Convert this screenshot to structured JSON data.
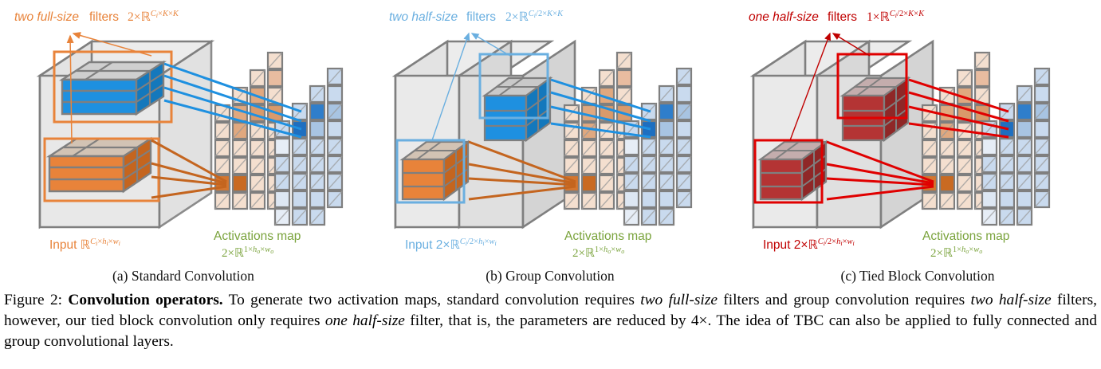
{
  "figure": {
    "number": "Figure 2:",
    "bold_title": "Convolution operators.",
    "body_1": " To generate two activation maps, standard convolution requires ",
    "it_1": "two full-size",
    "body_2": " filters and group convolution requires ",
    "it_2": "two half-size",
    "body_3": " filters, however, our tied block convolution only requires ",
    "it_3": "one half-size",
    "body_4": " filter, that is, the parameters are reduced by 4×. The idea of TBC can also be applied to fully connected and group convolutional layers."
  },
  "subcaptions": {
    "a": "(a) Standard Convolution",
    "b": "(b) Group Convolution",
    "c": "(c) Tied Block Convolution"
  },
  "colors": {
    "orange": "#E8833A",
    "orange_dark": "#C4651F",
    "blue": "#1E90E0",
    "blue_light": "#6AAFE0",
    "red": "#E00000",
    "red_block": "#B43434",
    "green": "#7AA33C",
    "grey_line": "#7F7F7F",
    "cube_face": "#E8E8E8",
    "cube_side": "#D6D6D6",
    "act_orange": "#E8A97A",
    "act_blue": "#A8C4E2"
  },
  "panels": [
    {
      "id": "a",
      "top_label": {
        "emph": "two full-size",
        "rest": " filters",
        "math_base": "2×ℝ",
        "math_sup": "Cᵢ×K×K",
        "color": "#E8833A"
      },
      "input_label": {
        "text": "Input ",
        "math_base": "ℝ",
        "math_sup": "Cᵢ×hᵢ×wᵢ",
        "color": "#E8833A"
      },
      "act_label": {
        "line1": "Activations map",
        "line2_base": "2×ℝ",
        "line2_sup": "1×hₒ×wₒ",
        "color": "#7AA33C"
      },
      "filter_colors": [
        "#1E90E0",
        "#E8833A"
      ],
      "box_color": "#E8833A",
      "input_groups": 1
    },
    {
      "id": "b",
      "top_label": {
        "emph": "two half-size",
        "rest": " filters",
        "math_base": "2×ℝ",
        "math_sup": "Cᵢ/2×K×K",
        "color": "#6AAFE0"
      },
      "input_label": {
        "text": "Input 2×",
        "math_base": "ℝ",
        "math_sup": "Cᵢ/2×hᵢ×wᵢ",
        "color": "#6AAFE0"
      },
      "act_label": {
        "line1": "Activations map",
        "line2_base": "2×ℝ",
        "line2_sup": "1×hₒ×wₒ",
        "color": "#7AA33C"
      },
      "filter_colors": [
        "#1E90E0",
        "#E8833A"
      ],
      "box_color": "#6AAFE0",
      "input_groups": 2
    },
    {
      "id": "c",
      "top_label": {
        "emph": "one half-size",
        "rest": " filters",
        "math_base": "1×ℝ",
        "math_sup": "Cᵢ/2×K×K",
        "color": "#C00000"
      },
      "input_label": {
        "text": "Input 2×",
        "math_base": "ℝ",
        "math_sup": "Cᵢ/2×hᵢ×wᵢ",
        "color": "#C00000"
      },
      "act_label": {
        "line1": "Activations map",
        "line2_base": "2×ℝ",
        "line2_sup": "1×hₒ×wₒ",
        "color": "#7AA33C"
      },
      "filter_colors": [
        "#B43434",
        "#B43434"
      ],
      "box_color": "#E00000",
      "input_groups": 2
    }
  ]
}
